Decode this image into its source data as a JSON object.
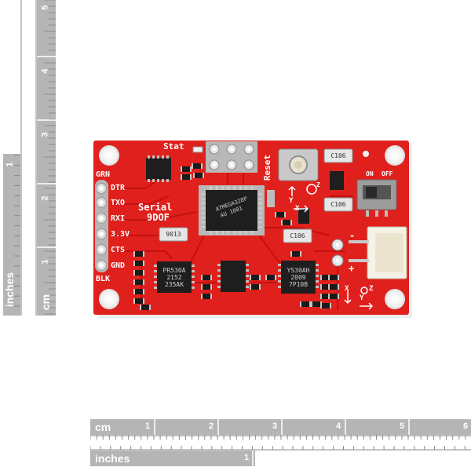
{
  "board": {
    "name_line1": "Serial",
    "name_line2": "9DOF",
    "stat_label": "Stat",
    "reset_label": "Reset",
    "pins": [
      "GRN",
      "DTR",
      "TXO",
      "RXI",
      "3.3V",
      "CTS",
      "GND",
      "BLK"
    ],
    "chip_left_markings": [
      "PR530A",
      "2152",
      "235AK"
    ],
    "chip_right_markings": [
      "YS30AH",
      "2009",
      "7P10B"
    ],
    "mcu_markings": [
      "ATMEGA328P",
      "AU 1001"
    ],
    "cap_labels": [
      "C106",
      "C106",
      "C106"
    ],
    "chip_small_marking": "9013",
    "switch_on": "ON",
    "switch_off": "OFF",
    "axis_x": "X",
    "axis_y": "Y",
    "axis_z": "Z",
    "plus": "+",
    "minus": "-"
  },
  "ruler_vertical": {
    "unit_cm": "cm",
    "unit_inches": "inches",
    "cm_ticks": [
      "5",
      "4",
      "3",
      "2",
      "1"
    ],
    "inch_ticks": [
      "1"
    ]
  },
  "ruler_horizontal": {
    "unit_cm": "cm",
    "unit_inches": "inches",
    "cm_ticks": [
      "1",
      "2",
      "3",
      "4",
      "5",
      "6"
    ],
    "inch_ticks": [
      "1"
    ]
  },
  "colors": {
    "pcb_red": "#e0201c",
    "trace_red": "#c81010",
    "ruler_gray": "#b3b3b3",
    "chip_black": "#1e1e1e"
  }
}
